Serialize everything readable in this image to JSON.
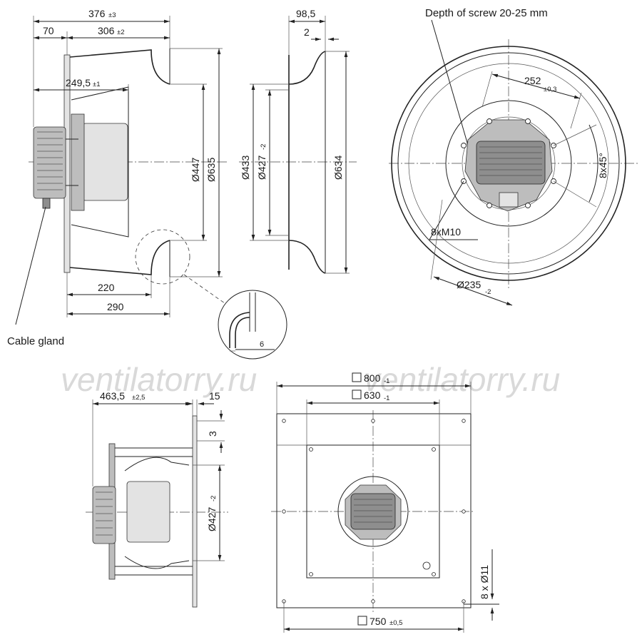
{
  "watermark": "ventilatorry.ru",
  "labels": {
    "cable_gland": "Cable gland",
    "depth_of_screw": "Depth of screw 20-25 mm"
  },
  "side_view": {
    "overall": {
      "value": "376",
      "tol": "±3"
    },
    "motor_depth": "70",
    "impeller_depth": {
      "value": "306",
      "tol": "±2"
    },
    "hub_depth": {
      "value": "249,5",
      "tol": "±1"
    },
    "d_447": "Ø447",
    "d_635": "Ø635",
    "len_220": "220",
    "len_290": "290"
  },
  "inlet_ring": {
    "depth": "98,5",
    "lip": "2",
    "d_433": "Ø433",
    "d_427": {
      "value": "Ø427",
      "tol": "-2"
    },
    "d_634": "Ø634"
  },
  "detail": {
    "thickness": "6"
  },
  "front_view": {
    "bolt_circle": {
      "value": "252",
      "tol": "±0,3"
    },
    "angle": "8x45°",
    "thread": "8xM10",
    "pitch_diameter": {
      "value": "Ø235",
      "tol": "-2"
    }
  },
  "plate_side": {
    "depth": {
      "value": "463,5",
      "tol": "±2,5"
    },
    "plate_t": "15",
    "offset": "3",
    "d_427": {
      "value": "Ø427",
      "tol": "-2"
    }
  },
  "plate_front": {
    "outer": {
      "value": "800",
      "tol": "-1"
    },
    "inner": {
      "value": "630",
      "tol": "-1"
    },
    "holes": {
      "value": "750",
      "tol": "±0,5"
    },
    "hole_spec": "8 x Ø11"
  }
}
